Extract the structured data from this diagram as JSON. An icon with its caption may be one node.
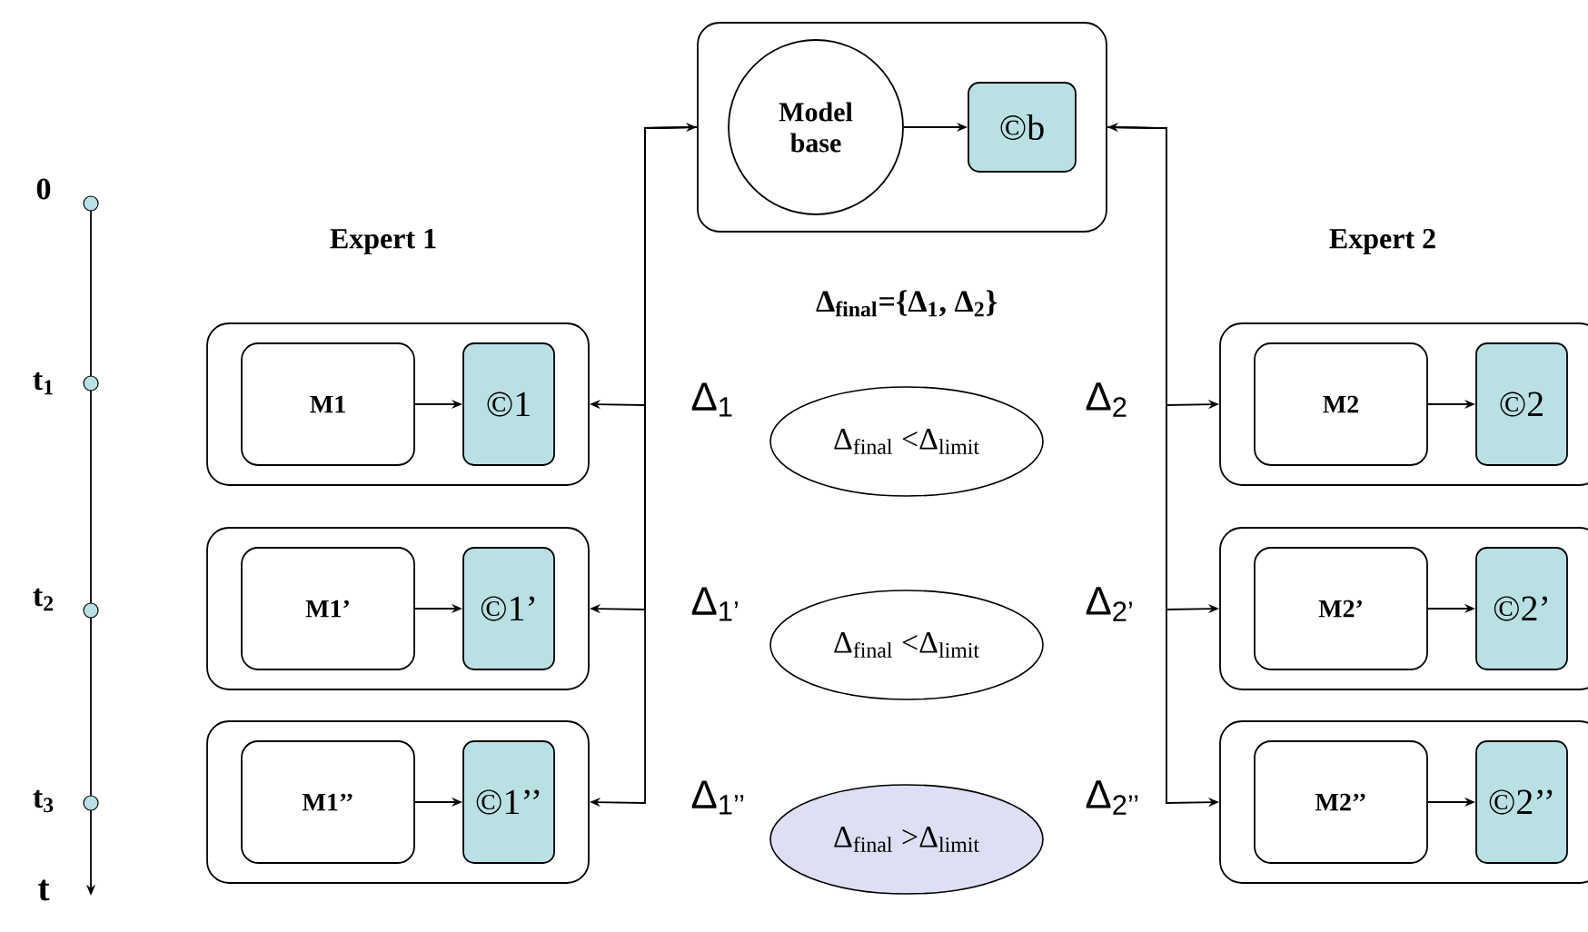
{
  "diagram": {
    "nodes": [
      {
        "text": [],
        "shape": "box"
      },
      {
        "text": [
          "Model base"
        ],
        "in": 0
      },
      {
        "text": [
          "©b"
        ],
        "in": 0
      },
      {
        "text": [],
        "shape": "box"
      },
      {
        "text": [
          "M1"
        ],
        "in": 3
      },
      {
        "text": [
          "©1"
        ],
        "in": 3
      },
      {
        "text": [],
        "shape": "box"
      },
      {
        "text": [
          "M1’"
        ],
        "in": 6
      },
      {
        "text": [
          "©1’"
        ],
        "in": 6
      },
      {
        "text": [],
        "shape": "box"
      },
      {
        "text": [
          "M1’’"
        ],
        "in": 9
      },
      {
        "text": [
          "©1’’"
        ],
        "in": 9
      },
      {
        "text": [],
        "shape": "box"
      },
      {
        "text": [
          "M2"
        ],
        "in": 12
      },
      {
        "text": [
          "©2"
        ],
        "in": 12
      },
      {
        "text": [],
        "shape": "box"
      },
      {
        "text": [
          "M2’"
        ],
        "in": 15
      },
      {
        "text": [
          "©2’"
        ],
        "in": 15
      },
      {
        "text": [],
        "shape": "box"
      },
      {
        "text": [
          "M2’’"
        ],
        "in": 18
      },
      {
        "text": [
          "©2’’"
        ],
        "in": 18
      },
      {
        "text": [
          "Δ$_{final}$ <Δ$_{limit}$"
        ]
      },
      {
        "text": [
          "Δ$_{final}$ <Δ$_{limit}$"
        ]
      },
      {
        "text": [
          "Δ$_{final}$ >Δ$_{limit}$"
        ]
      }
    ],
    "edges": [
      {
        "from": 1,
        "to": 2,
        "arrow": "to"
      },
      {
        "from": 4,
        "to": 5,
        "arrow": "to"
      },
      {
        "from": 7,
        "to": 8,
        "arrow": "to"
      },
      {
        "from": 10,
        "to": 11,
        "arrow": "to"
      },
      {
        "from": 13,
        "to": 14,
        "arrow": "to"
      },
      {
        "from": 16,
        "to": 17,
        "arrow": "to"
      },
      {
        "from": 19,
        "to": 20,
        "arrow": "to"
      },
      {
        "from": 0,
        "to": 3,
        "arrow": "both",
        "label": "Δ$_{1}$"
      },
      {
        "from": 0,
        "to": 6,
        "arrow": "to",
        "label": "Δ$_{1’}$"
      },
      {
        "from": 0,
        "to": 9,
        "arrow": "to",
        "label": "Δ$_{1’’}$"
      },
      {
        "from": 0,
        "to": 12,
        "arrow": "both",
        "label": "Δ$_{2}$"
      },
      {
        "from": 0,
        "to": 15,
        "arrow": "to",
        "label": "Δ$_{2’}$"
      },
      {
        "from": 0,
        "to": 18,
        "arrow": "to",
        "label": "Δ$_{2’’}$"
      }
    ],
    "labels": [
      "Δ$_{final}$={Δ$_{1}$, Δ$_{2}$}",
      "Expert 1",
      "Expert 2",
      "0",
      "t$_{1}$",
      "t$_{2}$",
      "t$_{3}$",
      "t"
    ]
  }
}
